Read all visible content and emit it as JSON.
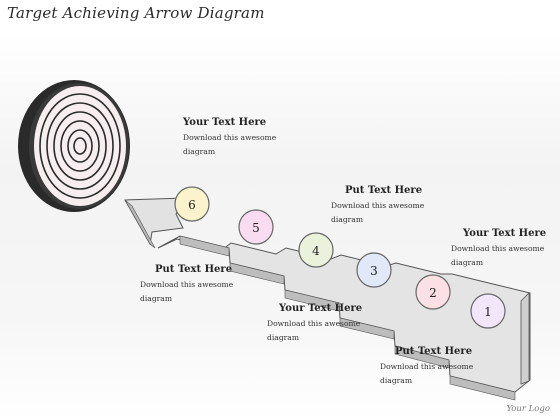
{
  "title": "Target Achieving Arrow Diagram",
  "footer": "Your Logo",
  "steps": [
    {
      "number": "1",
      "color": "#f1e6fa"
    },
    {
      "number": "2",
      "color": "#fbe0e6"
    },
    {
      "number": "3",
      "color": "#e1e9f8"
    },
    {
      "number": "4",
      "color": "#eaf2dc"
    },
    {
      "number": "5",
      "color": "#f9dcef"
    },
    {
      "number": "6",
      "color": "#faf3cc"
    }
  ],
  "text_blocks": [
    {
      "heading": "Your Text Here",
      "body": "Download this awesome diagram"
    },
    {
      "heading": "Put Text Here",
      "body": "Download this awesome diagram"
    },
    {
      "heading": "Your Text Here",
      "body": "Download this awesome diagram"
    },
    {
      "heading": "Put Text Here",
      "body": "Download this awesome diagram"
    },
    {
      "heading": "Your Text Here",
      "body": "Download this awesome diagram"
    },
    {
      "heading": "Put Text Here",
      "body": "Download this awesome diagram"
    }
  ]
}
